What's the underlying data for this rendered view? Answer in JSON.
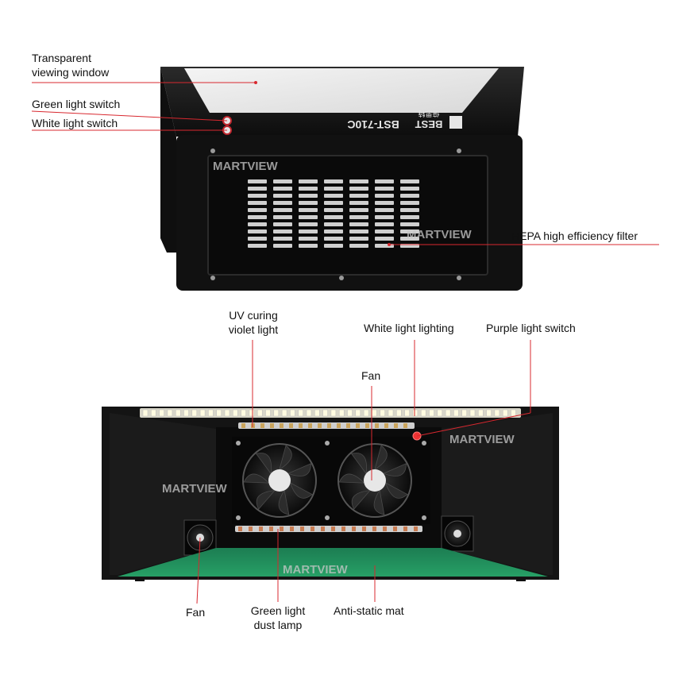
{
  "product": {
    "model": "BST-710C",
    "brand": "BEST",
    "brand_cjk": "倍思特"
  },
  "watermark": {
    "text": "MARTVIEW"
  },
  "callouts": {
    "transparent_window": "Transparent\nviewing window",
    "green_switch": "Green light switch",
    "white_switch": "White light switch",
    "hepa_filter": "HEPA high efficiency filter",
    "uv_light": "UV curing\nviolet light",
    "white_lighting": "White light lighting",
    "purple_switch": "Purple light switch",
    "fan_top": "Fan",
    "fan_left": "Fan",
    "green_dust_lamp": "Green light\ndust lamp",
    "anti_static_mat": "Anti-static mat"
  },
  "colors": {
    "callout_line": "#d8282f",
    "body": "#151515",
    "mat": "#1f8a5a",
    "led": "#f4f1dc"
  }
}
